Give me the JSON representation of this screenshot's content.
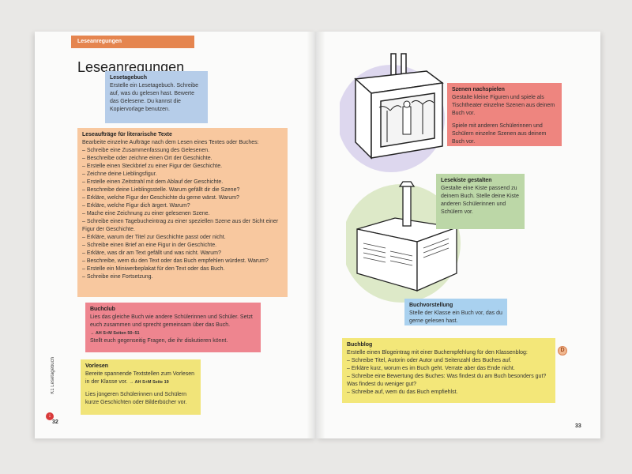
{
  "left_page": {
    "header_label": "Leseanregungen",
    "title": "Leseanregungen",
    "lesetagebuch": {
      "title": "Lesetagebuch",
      "text": "Erstelle ein Lesetagebuch. Schreibe auf, was du gelesen hast. Bewerte das Gelesene. Du kannst die Kopiervorlage benutzen."
    },
    "leseauftraege": {
      "title": "Leseaufträge für literarische Texte",
      "intro": "Bearbeite einzelne Aufträge nach dem Lesen eines Textes oder Buches:",
      "items": [
        "– Schreibe eine Zusammenfassung des Gelesenen.",
        "– Beschreibe oder zeichne einen Ort der Geschichte.",
        "– Erstelle einen Steckbrief zu einer Figur der Geschichte.",
        "– Zeichne deine Lieblingsfigur.",
        "– Erstelle einen Zeitstrahl mit dem Ablauf der Geschichte.",
        "– Beschreibe deine Lieblingsstelle. Warum gefällt dir die Szene?",
        "– Erkläre, welche Figur der Geschichte du gerne wärst. Warum?",
        "– Erkläre, welche Figur dich ärgert. Warum?",
        "– Mache eine Zeichnung zu einer gelesenen Szene.",
        "– Schreibe einen Tagebucheintrag zu einer speziellen Szene aus der Sicht einer Figur der Geschichte.",
        "– Erkläre, warum der Titel zur Geschichte passt oder nicht.",
        "– Schreibe einen Brief an eine Figur in der Geschichte.",
        "– Erkläre, was dir am Text gefällt und was nicht. Warum?",
        "– Beschreibe, wem du den Text oder das Buch empfehlen würdest. Warum?",
        "– Erstelle ein Miniwerbeplakat für den Text oder das Buch.",
        "– Schreibe eine Fortsetzung."
      ]
    },
    "buchclub": {
      "title": "Buchclub",
      "text": "Lies das gleiche Buch wie andere Schülerinnen und Schüler. Setzt euch zusammen und sprecht gemeinsam über das Buch.",
      "ref": "→ AH S+M Seiten 50–51",
      "text2": "Stellt euch gegenseitig Fragen, die ihr diskutieren könnt."
    },
    "vorlesen": {
      "title": "Vorlesen",
      "text": "Bereite spannende Textstellen zum Vorlesen in der Klasse vor.",
      "ref": "→ AH S+M Seite 19",
      "text2": "Lies jüngeren Schülerinnen und Schülern kurze Geschichten oder Bilderbücher vor."
    },
    "side_label": "K1 Lesetagebuch",
    "page_number": "32"
  },
  "right_page": {
    "szenen": {
      "title": "Szenen nachspielen",
      "text": "Gestalte kleine Figuren und spiele als Tischtheater einzelne Szenen aus deinem Buch vor.",
      "text2": "Spiele mit anderen Schülerinnen und Schülern einzelne Szenen aus deinem Buch vor."
    },
    "lesekiste": {
      "title": "Lesekiste gestalten",
      "text": "Gestalte eine Kiste passend zu deinem Buch. Stelle deine Kiste anderen Schülerinnen und Schülern vor."
    },
    "buchvorstellung": {
      "title": "Buchvorstellung",
      "text": "Stelle der Klasse ein Buch vor, das du gerne gelesen hast."
    },
    "buchblog": {
      "title": "Buchblog",
      "intro": "Erstelle einen Blogeintrag mit einer Buchempfehlung für den Klassenblog:",
      "items": [
        "– Schreibe Titel, Autorin oder Autor und Seitenzahl des Buches auf.",
        "– Erkläre kurz, worum es im Buch geht. Verrate aber das Ende nicht.",
        "– Schreibe eine Bewertung des Buches: Was findest du am Buch besonders gut? Was findest du weniger gut?",
        "– Schreibe auf, wem du das Buch empfiehlst."
      ]
    },
    "badge": "D",
    "page_number": "33"
  },
  "colors": {
    "header": "#e5854f",
    "blue": "#b6cde9",
    "orange": "#f8c89f",
    "red": "#ee858f",
    "yellow": "#f1e479",
    "green": "#bcd7a7",
    "circle_purple": "#ddd7ee",
    "circle_green": "#dde9c8"
  }
}
